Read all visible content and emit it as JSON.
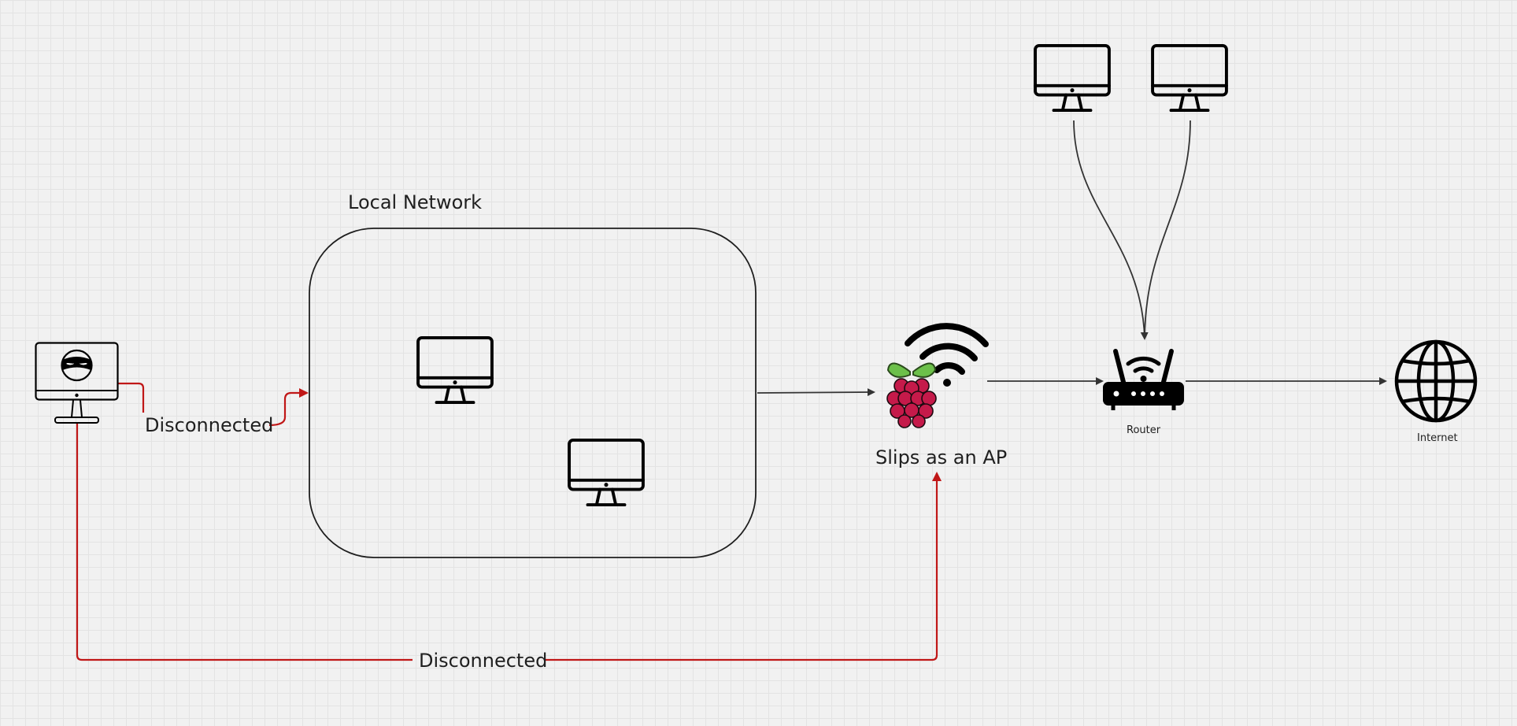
{
  "group": {
    "label": "Local Network"
  },
  "nodes": {
    "attacker": {
      "icon": "hacker-monitor-icon"
    },
    "local_pc_1": {
      "icon": "monitor-icon"
    },
    "local_pc_2": {
      "icon": "monitor-icon"
    },
    "slips_ap": {
      "icon": "raspberry-pi-wifi-icon",
      "label": "Slips as an AP"
    },
    "router": {
      "icon": "router-icon",
      "label": "Router"
    },
    "internet": {
      "icon": "globe-icon",
      "label": "Internet"
    },
    "router_pc_1": {
      "icon": "monitor-icon"
    },
    "router_pc_2": {
      "icon": "monitor-icon"
    }
  },
  "edges": {
    "attacker_to_local": {
      "label": "Disconnected",
      "color": "#c01717"
    },
    "attacker_to_ap": {
      "label": "Disconnected",
      "color": "#c01717"
    },
    "local_to_ap": {
      "color": "#333333"
    },
    "ap_to_router": {
      "color": "#333333"
    },
    "router_to_internet": {
      "color": "#333333"
    },
    "pc1_to_router": {
      "color": "#333333"
    },
    "pc2_to_router": {
      "color": "#333333"
    }
  },
  "colors": {
    "background": "#f1f1f1",
    "grid": "#e3e3e3",
    "disconnected_edge": "#c01717",
    "raspberry_red": "#c51a4a",
    "raspberry_leaf": "#6cc04a"
  }
}
